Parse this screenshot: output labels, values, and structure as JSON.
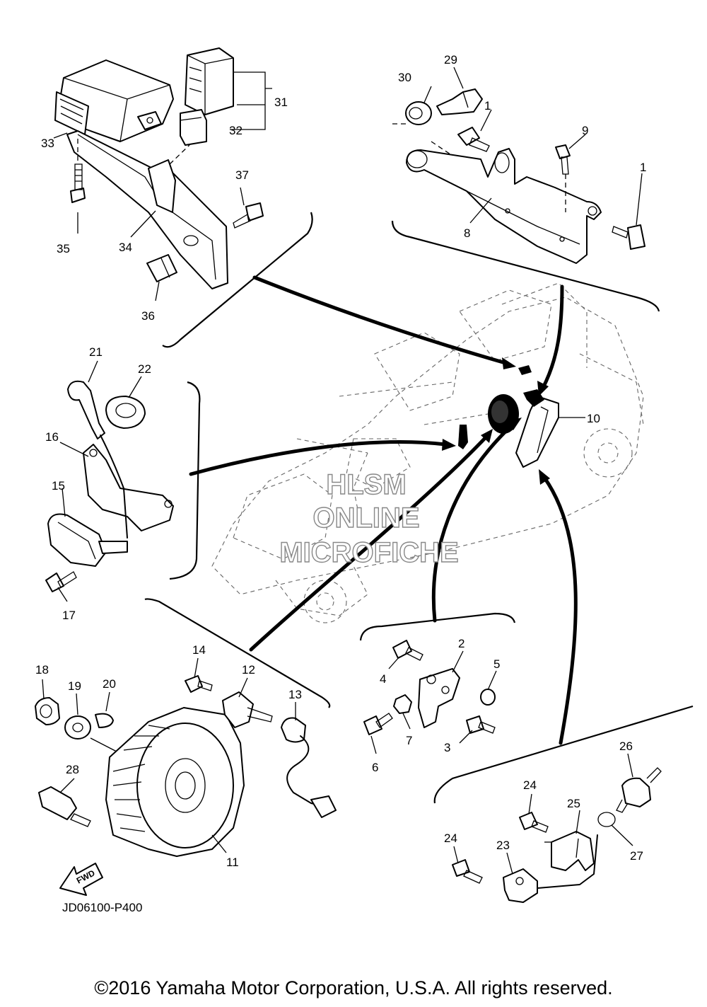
{
  "diagram": {
    "watermark": [
      "HLSM",
      "ONLINE",
      "MICROFICHE"
    ],
    "reference_code": "JD06100-P400",
    "fwd_label": "FWD",
    "copyright": "©2016 Yamaha Motor Corporation, U.S.A. All rights reserved.",
    "callouts": [
      "1",
      "1",
      "2",
      "3",
      "4",
      "5",
      "6",
      "7",
      "8",
      "9",
      "10",
      "11",
      "12",
      "13",
      "14",
      "15",
      "16",
      "17",
      "18",
      "19",
      "20",
      "21",
      "22",
      "23",
      "24",
      "24",
      "25",
      "26",
      "27",
      "28",
      "29",
      "30",
      "31",
      "32",
      "33",
      "34",
      "35",
      "36",
      "37"
    ]
  }
}
